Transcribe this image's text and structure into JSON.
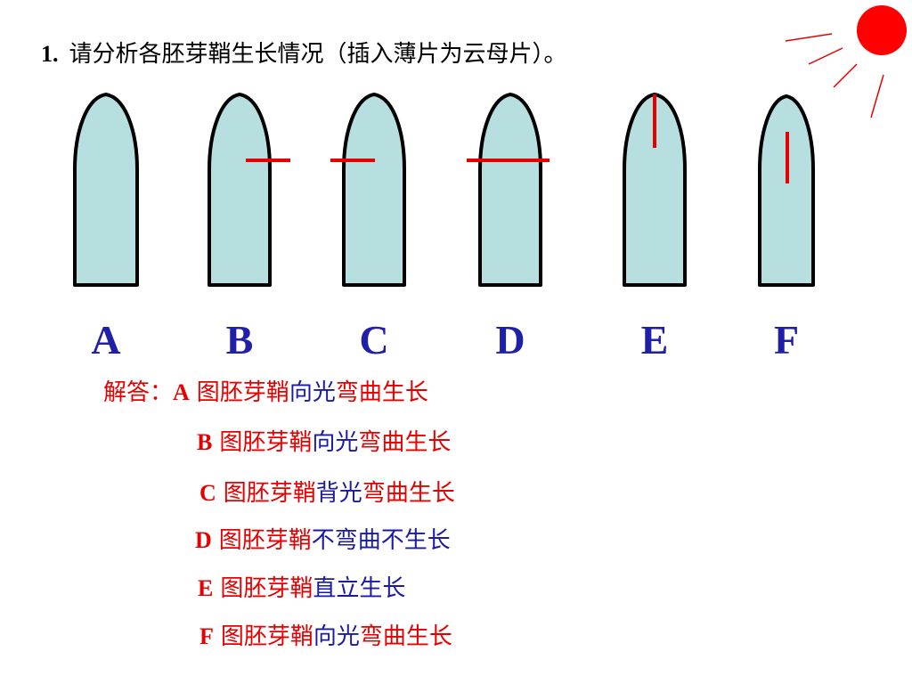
{
  "question": {
    "number": "1.",
    "text": "请分析各胚芽鞘生长情况（插入薄片为云母片）。"
  },
  "diagram": {
    "labels": [
      "A",
      "B",
      "C",
      "D",
      "E",
      "F"
    ],
    "coleoptile_fill": "#b8dfe0",
    "outline_color": "#000000",
    "mica_color": "#e60000",
    "sun_color": "#ff0000"
  },
  "answers": {
    "prefix": "解答：",
    "rows": [
      {
        "letter": "A",
        "subject": "图胚芽鞘",
        "seg1": "向光",
        "seg2": "弯曲生长"
      },
      {
        "letter": "B",
        "subject": "图胚芽鞘",
        "seg1": "向光",
        "seg2": "弯曲生长"
      },
      {
        "letter": "C",
        "subject": "图胚芽鞘",
        "seg1": "背光",
        "seg2": "弯曲生长"
      },
      {
        "letter": "D",
        "subject": "图胚芽鞘",
        "seg1": "不弯曲不生长",
        "seg2": ""
      },
      {
        "letter": "E",
        "subject": "图胚芽鞘",
        "seg1": "直立生长",
        "seg2": ""
      },
      {
        "letter": "F",
        "subject": "图胚芽鞘",
        "seg1": "向光",
        "seg2": "弯曲生长"
      }
    ]
  }
}
